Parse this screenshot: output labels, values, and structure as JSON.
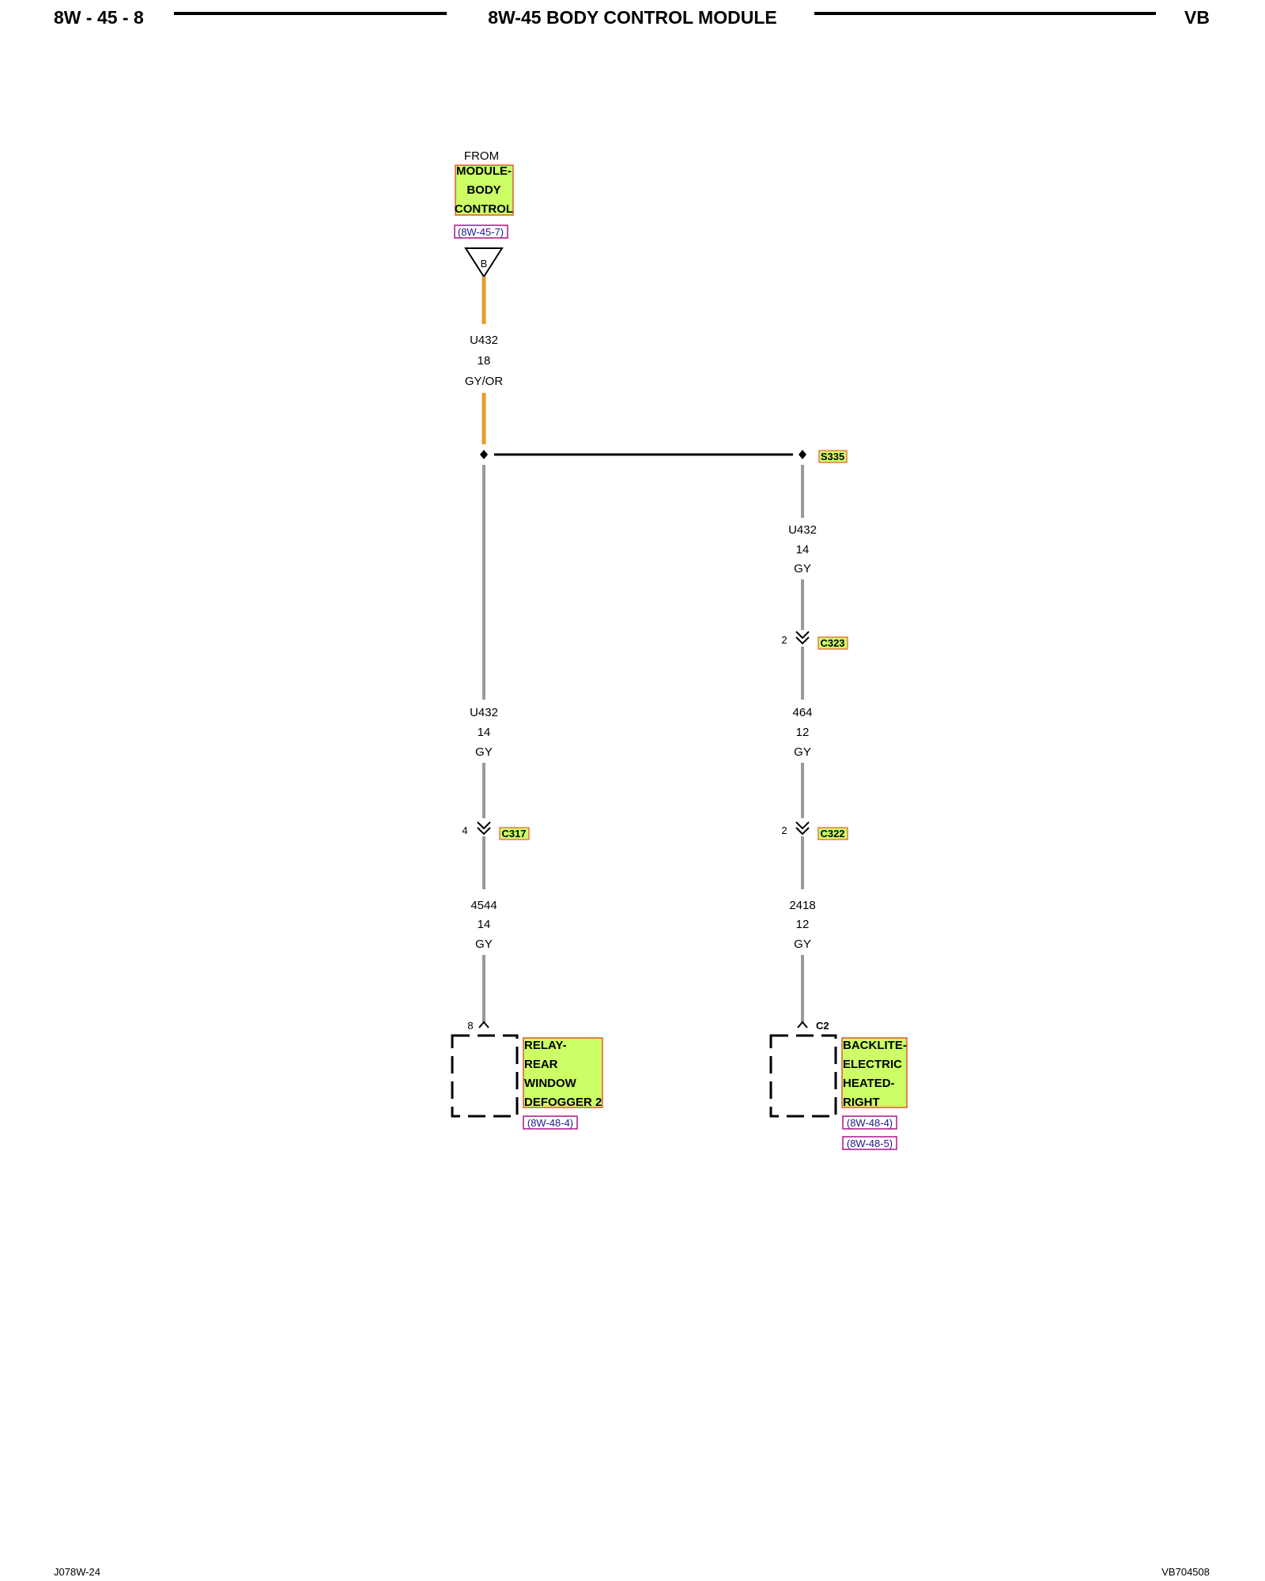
{
  "header": {
    "page_number": "8W - 45 - 8",
    "title": "8W-45 BODY CONTROL MODULE",
    "model": "VB"
  },
  "footer": {
    "left_code": "J078W-24",
    "right_code": "VB704508"
  },
  "source": {
    "from_label": "FROM",
    "component_lines": [
      "MODULE-",
      "BODY",
      "CONTROL"
    ],
    "ref": "(8W-45-7)",
    "connector_letter": "B"
  },
  "wires": {
    "w1": {
      "circuit": "U432",
      "gauge": "18",
      "color": "GY/OR"
    },
    "w2": {
      "circuit": "U432",
      "gauge": "14",
      "color": "GY"
    },
    "w3": {
      "circuit": "464",
      "gauge": "12",
      "color": "GY"
    },
    "w4": {
      "circuit": "U432",
      "gauge": "14",
      "color": "GY"
    },
    "w5": {
      "circuit": "4544",
      "gauge": "14",
      "color": "GY"
    },
    "w6": {
      "circuit": "2418",
      "gauge": "12",
      "color": "GY"
    }
  },
  "splice": {
    "id": "S335"
  },
  "connectors": {
    "c323": {
      "id": "C323",
      "pin": "2"
    },
    "c317": {
      "id": "C317",
      "pin": "4"
    },
    "c322": {
      "id": "C322",
      "pin": "2"
    }
  },
  "relay": {
    "pin": "8",
    "lines": [
      "RELAY-",
      "REAR",
      "WINDOW",
      "DEFOGGER 2"
    ],
    "ref": "(8W-48-4)"
  },
  "backlite": {
    "connector": "C2",
    "lines": [
      "BACKLITE-",
      "ELECTRIC",
      "HEATED-",
      "RIGHT"
    ],
    "refs": [
      "(8W-48-4)",
      "(8W-48-5)"
    ]
  },
  "colors": {
    "highlight_fill": "#ccff66",
    "highlight_border": "#e8572a",
    "ref_border": "#b0108a",
    "wire_gy_or": "#e89a2c",
    "wire_gy": "#999999"
  }
}
